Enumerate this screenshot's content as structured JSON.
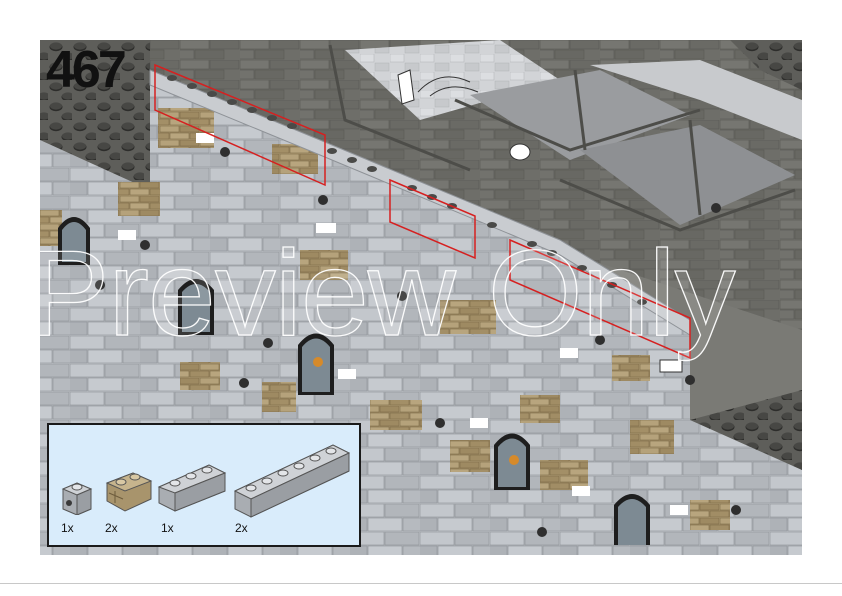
{
  "step": {
    "number": "467"
  },
  "watermark": {
    "text": "Preview Only"
  },
  "parts_callout": {
    "parts": [
      {
        "name": "1x1 brick with stud on side",
        "qty": "1x",
        "color": "#b4b8bd"
      },
      {
        "name": "1x2 masonry profile brick",
        "qty": "2x",
        "color": "#a8946c"
      },
      {
        "name": "1x3 brick",
        "qty": "1x",
        "color": "#b4b8bd"
      },
      {
        "name": "1x6 brick",
        "qty": "2x",
        "color": "#b4b8bd"
      }
    ]
  },
  "colors": {
    "light_gray": "#b8bcc1",
    "dark_gray": "#6d6d68",
    "tan": "#a8946c",
    "highlight": "#d62020",
    "callout_bg": "#d9ecfb"
  }
}
